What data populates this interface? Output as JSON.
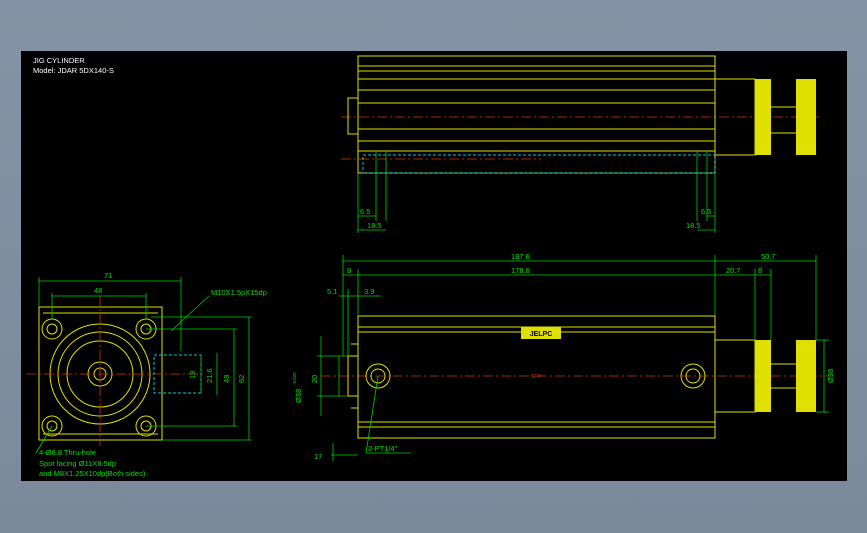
{
  "title": {
    "line1": "JIG CYLINDER",
    "line2": "Model:  JDAR  5DX140-S"
  },
  "top_view": {
    "dims": {
      "left_small": "6.5",
      "left_big": "18.5",
      "right_small": "6.5",
      "right_big": "18.5"
    }
  },
  "end_view": {
    "dims": {
      "width_outer": "71",
      "width_inner": "48",
      "h_19": "19",
      "h_21_6": "21.6",
      "h_48": "48",
      "h_62": "62"
    },
    "notes": {
      "thread": "M10X1.5pX15dp",
      "holes": "4-Ø6.8 Thru-hole",
      "counterbore": "Spot facing  Ø11X8.5dp",
      "tap": "and M8X1.25X10dp(Both sides)"
    }
  },
  "side_view": {
    "dims": {
      "total": "187.6",
      "body": "178.6",
      "left_9": "9",
      "rod": "50.7",
      "d20_7": "20.7",
      "d8": "8",
      "d5_1": "5.1",
      "d3_9": "3.9",
      "d17": "17",
      "d20": "20",
      "d38_left": "Ø38",
      "d38_right": "Ø38"
    },
    "tol": "-0.025",
    "port": "2-PT1/4\"",
    "brand": "JELPC",
    "stamp": "SFR"
  }
}
